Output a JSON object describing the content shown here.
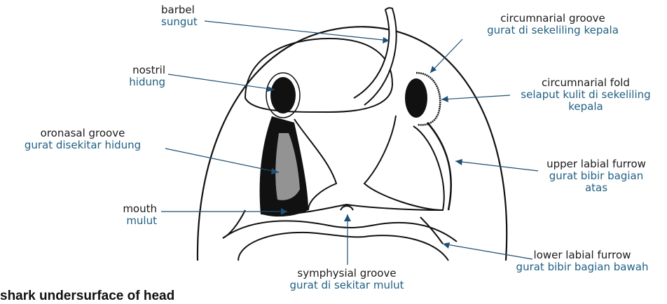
{
  "labels": {
    "barbel": {
      "en": "barbel",
      "id": "sungut"
    },
    "circumnarial_groove": {
      "en": "circumnarial groove",
      "id": "gurat di sekeliling kepala"
    },
    "nostril": {
      "en": "nostril",
      "id": "hidung"
    },
    "circumnarial_fold": {
      "en": "circumnarial fold",
      "id_line1": "selaput kulit di sekeliling",
      "id_line2": "kepala"
    },
    "oronasal_groove": {
      "en": "oronasal groove",
      "id": "gurat disekitar hidung"
    },
    "upper_labial_furrow": {
      "en": "upper labial furrow",
      "id_line1": "gurat bibir bagian",
      "id_line2": "atas"
    },
    "mouth": {
      "en": "mouth",
      "id": "mulut"
    },
    "lower_labial_furrow": {
      "en": "lower labial furrow",
      "id": "gurat bibir bagian bawah"
    },
    "symphysial_groove": {
      "en": "symphysial groove",
      "id": "gurat di sekitar mulut"
    }
  },
  "caption": "shark undersurface of head",
  "colors": {
    "label_en": "#1a1a1a",
    "label_id": "#1f5f82",
    "leader": "#1f4f73",
    "drawing": "#111111"
  }
}
